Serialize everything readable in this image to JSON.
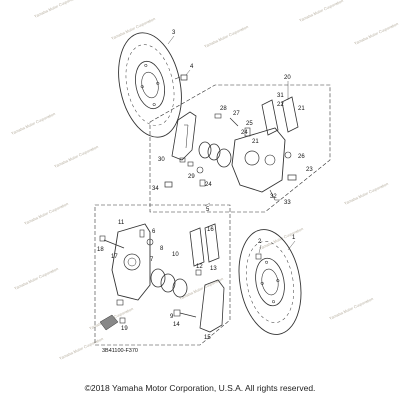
{
  "diagram": {
    "callouts": {
      "c1": "1",
      "c2": "2",
      "c3": "3",
      "c4": "4",
      "c5": "5",
      "c6": "6",
      "c7": "7",
      "c8": "8",
      "c9": "9",
      "c10": "10",
      "c11": "11",
      "c12": "12",
      "c13": "13",
      "c14": "14",
      "c15": "15",
      "c16": "16",
      "c17": "17",
      "c18": "18",
      "c19": "19",
      "c20": "20",
      "c21": "21",
      "c22": "22",
      "c23": "23",
      "c24": "24",
      "c25": "25",
      "c26": "26",
      "c27": "27",
      "c28": "28",
      "c29": "29",
      "c30": "30",
      "c31": "31",
      "c32": "32",
      "c33": "33",
      "c34": "34"
    },
    "part_code": "3B41100-F370",
    "watermark": "Yamaha Motor Corporation"
  },
  "footer": {
    "copyright": "©2018 Yamaha Motor Corporation, U.S.A. All rights reserved."
  },
  "colors": {
    "line": "#333333",
    "paper": "#ffffff",
    "watermark": "#9a8f7a"
  }
}
